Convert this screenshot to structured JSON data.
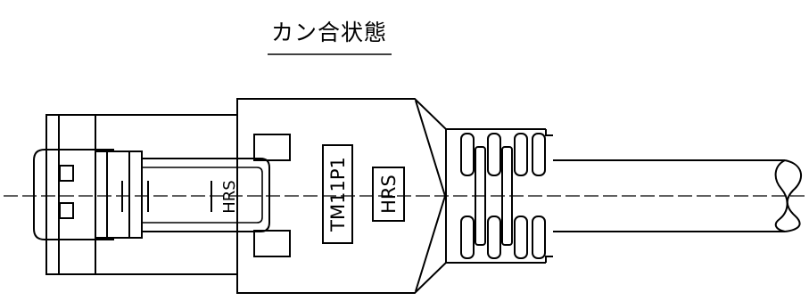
{
  "title": "カン合状態",
  "part_number": "TM11P1",
  "brand_mark": "HRS"
}
